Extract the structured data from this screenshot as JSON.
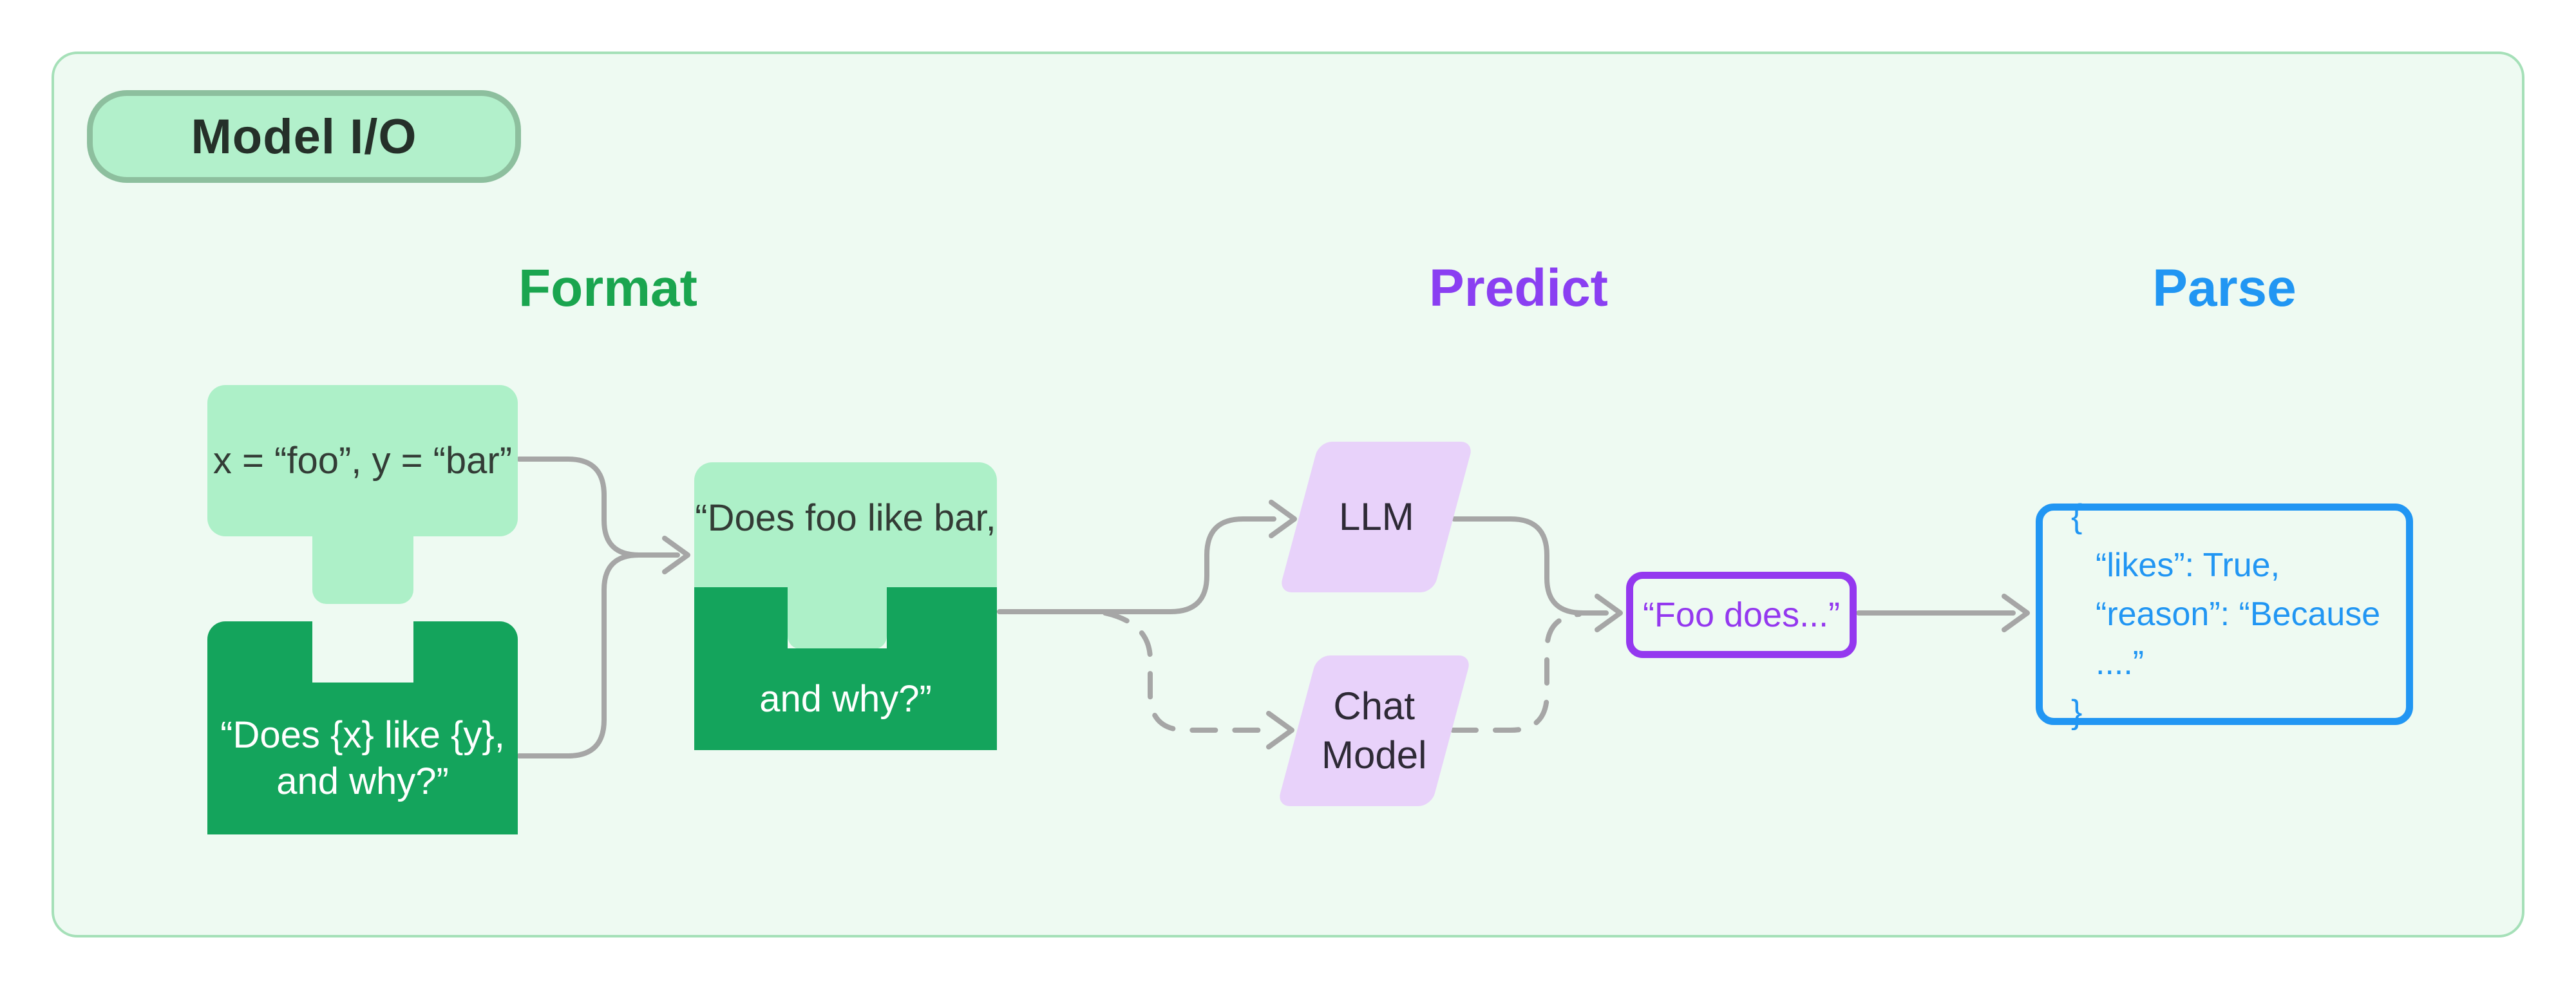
{
  "badge": {
    "label": "Model I/O"
  },
  "headers": {
    "format": "Format",
    "predict": "Predict",
    "parse": "Parse"
  },
  "nodes": {
    "input_values": {
      "text": "x = “foo”, y = “bar”"
    },
    "prompt_template": {
      "line1": "“Does {x} like {y},",
      "line2": "and why?”"
    },
    "formatted_prompt": {
      "line1": "“Does foo like bar,",
      "line2": "and why?”"
    },
    "llm": {
      "label": "LLM"
    },
    "chat_model": {
      "line1": "Chat",
      "line2": "Model"
    },
    "completion": {
      "text": "“Foo does...”"
    },
    "parsed_output": {
      "lines": [
        "{",
        "“likes”: True,",
        "“reason”: “Because ....”",
        "}"
      ]
    }
  },
  "colors": {
    "frame_bg": "#eefaf2",
    "frame_border": "#a5e0b8",
    "badge_bg": "#b2f0cb",
    "badge_border": "#8dbf9e",
    "light_green": "#adf0c8",
    "dark_green": "#14a45c",
    "format_green": "#1aa54f",
    "predict_purple": "#8a3ff2",
    "parse_blue": "#2196f3",
    "model_fill": "#e8d2fa",
    "completion_purple": "#9438ef",
    "connector_gray": "#a6a6a6"
  }
}
